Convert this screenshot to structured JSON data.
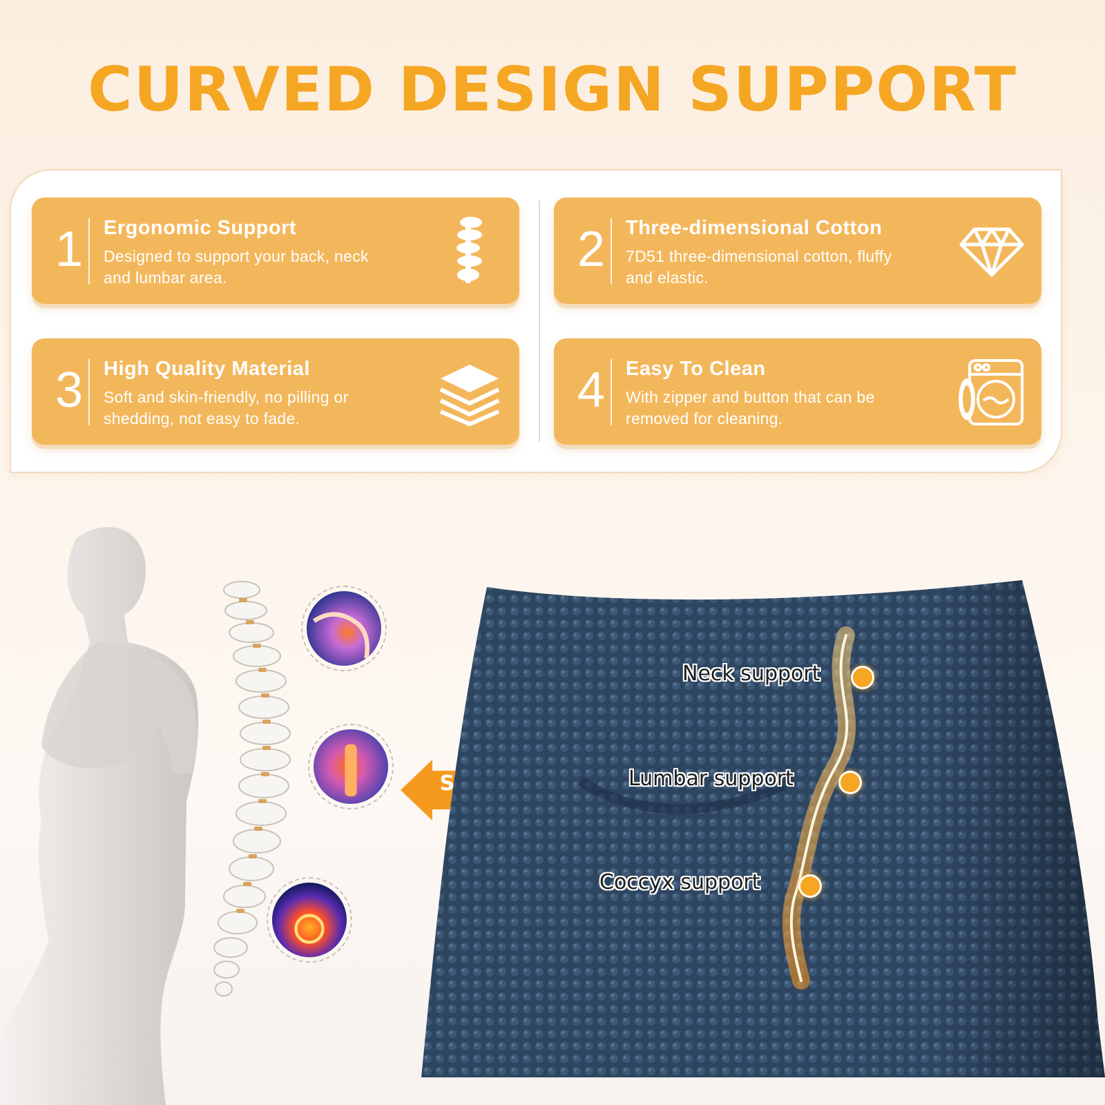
{
  "headline": "CURVED DESIGN SUPPORT",
  "colors": {
    "accent": "#f5a623",
    "card": "#f3b75b",
    "pillow": "#2e4560"
  },
  "features": [
    {
      "number": "1",
      "title": "Ergonomic Support",
      "desc_line1": "Designed to support your back, neck",
      "desc_line2": "and lumbar area.",
      "icon": "spine-icon"
    },
    {
      "number": "2",
      "title": "Three-dimensional Cotton",
      "desc_line1": "7D51 three-dimensional cotton, fluffy",
      "desc_line2": "and elastic.",
      "icon": "diamond-icon"
    },
    {
      "number": "3",
      "title": "High Quality Material",
      "desc_line1": "Soft and skin-friendly, no pilling or",
      "desc_line2": "shedding, not easy to fade.",
      "icon": "layers-icon"
    },
    {
      "number": "4",
      "title": "Easy To Clean",
      "desc_line1": "With zipper and button that can be",
      "desc_line2": "removed for cleaning.",
      "icon": "washing-machine-icon"
    }
  ],
  "support_label": "SUPPORT",
  "callouts": {
    "neck": "Neck support",
    "lumbar": "Lumbar support",
    "coccyx": "Coccyx support"
  }
}
